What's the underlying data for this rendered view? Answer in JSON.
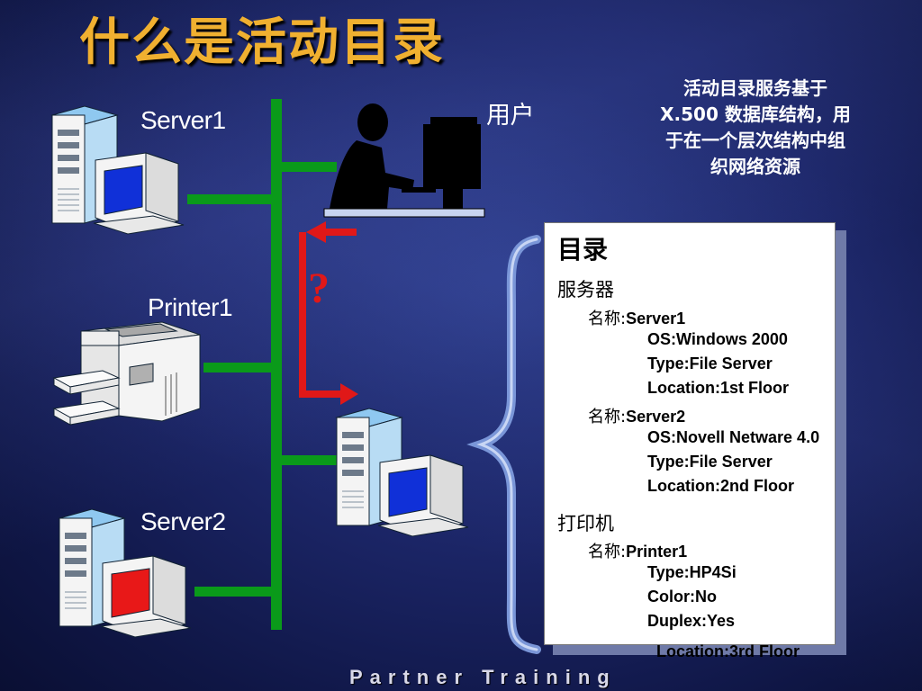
{
  "slide": {
    "title": "什么是活动目录",
    "footer": "Partner Training"
  },
  "description": {
    "lines": [
      "活动目录服务基于",
      "X.500 数据库结构，用",
      "于在一个层次结构中组",
      "织网络资源"
    ]
  },
  "labels": {
    "server1": "Server1",
    "printer1": "Printer1",
    "server2": "Server2",
    "user": "用户",
    "question": "?"
  },
  "directory": {
    "title": "目录",
    "server_section": "服务器",
    "server1_name_key": "名称:",
    "server1_name_val": "Server1",
    "server1_os": "OS:Windows 2000",
    "server1_type": "Type:File Server",
    "server1_location": "Location:1st Floor",
    "server2_name_key": "名称:",
    "server2_name_val": "Server2",
    "server2_os": "OS:Novell Netware 4.0",
    "server2_type": "Type:File Server",
    "server2_location": "Location:2nd Floor",
    "printer_section": "打印机",
    "printer_name_key": "名称:",
    "printer_name_val": "Printer1",
    "printer_type": "Type:HP4Si",
    "printer_color": "Color:No",
    "printer_duplex": "Duplex:Yes",
    "printer_location": "Location:3rd Floor"
  },
  "colors": {
    "title": "#f0b030",
    "network_line": "#0a9a1a",
    "arrow": "#e01818",
    "brace": "#7a96d8",
    "monitor_blue": "#1030d8",
    "monitor_red": "#e81818"
  },
  "icons": [
    "server-icon",
    "printer-icon",
    "user-at-desk-icon",
    "curly-brace-icon",
    "arrow-icon"
  ]
}
